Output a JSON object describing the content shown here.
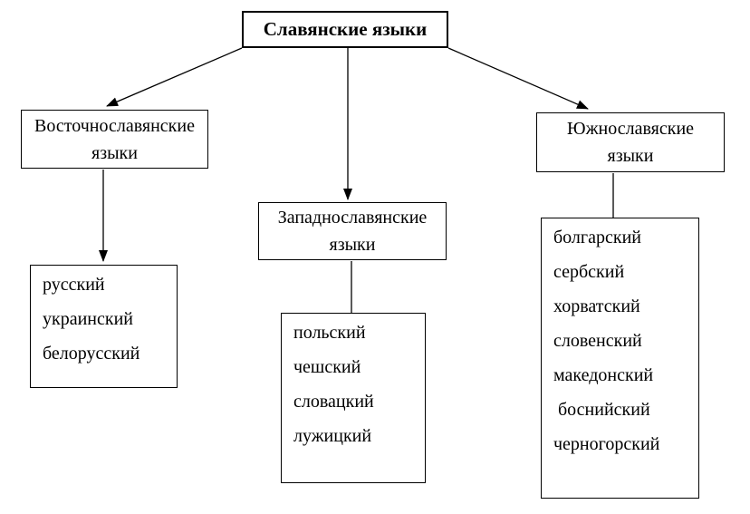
{
  "colors": {
    "background": "#ffffff",
    "line": "#000000",
    "text": "#000000"
  },
  "diagram": {
    "title": "Славянские языки",
    "branches": [
      {
        "label_lines": [
          "Восточнославянские",
          "языки"
        ],
        "languages": [
          "русский",
          "украинский",
          "белорусский"
        ]
      },
      {
        "label_lines": [
          "Западнославянские",
          "языки"
        ],
        "languages": [
          "польский",
          "чешский",
          "словацкий",
          "лужицкий"
        ]
      },
      {
        "label_lines": [
          "Южнославяские",
          "языки"
        ],
        "languages": [
          "болгарский",
          "сербский",
          "хорватский",
          "словенский",
          "македонский",
          " боснийский",
          "черногорский"
        ]
      }
    ]
  }
}
